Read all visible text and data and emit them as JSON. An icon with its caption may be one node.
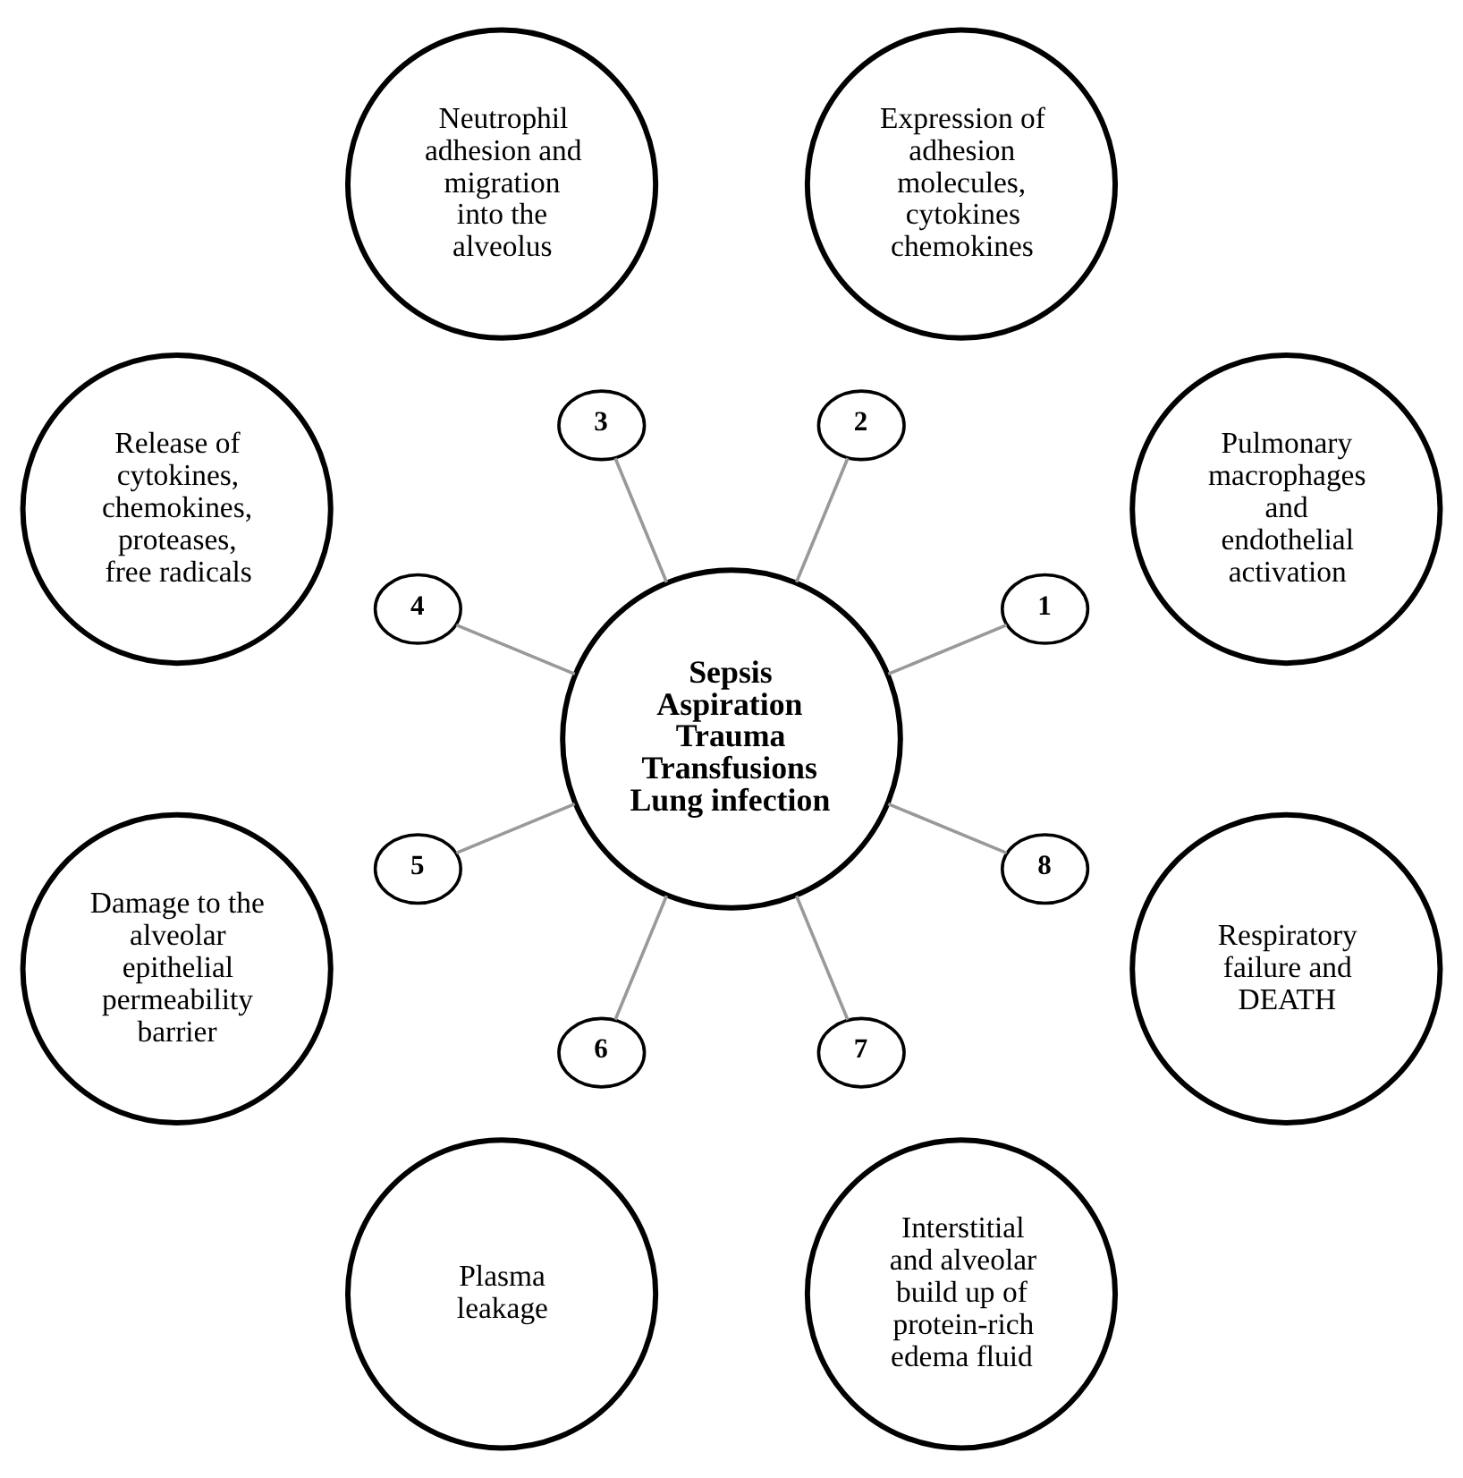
{
  "diagram": {
    "nodes": [
      {
        "text": [
          "Sepsis",
          "Aspiration",
          "Trauma",
          "Transfusions",
          "Lung infection"
        ]
      },
      {
        "text": [
          "Pulmonary macrophages and endothelial activation"
        ]
      },
      {
        "text": [
          "1"
        ]
      },
      {
        "text": [
          "Expression of adhesion molecules, cytokines chemokines"
        ]
      },
      {
        "text": [
          "2"
        ]
      },
      {
        "text": [
          "Neutrophil adhesion and migration into the alveolus"
        ]
      },
      {
        "text": [
          "3"
        ]
      },
      {
        "text": [
          "Release of cytokines, chemokines, proteases, free radicals"
        ]
      },
      {
        "text": [
          "4"
        ]
      },
      {
        "text": [
          "Damage to the alveolar epithelial permeability barrier"
        ]
      },
      {
        "text": [
          "5"
        ]
      },
      {
        "text": [
          "Plasma leakage"
        ]
      },
      {
        "text": [
          "6"
        ]
      },
      {
        "text": [
          "Interstitial and alveolar build up of protein-rich edema fluid"
        ]
      },
      {
        "text": [
          "7"
        ]
      },
      {
        "text": [
          "Respiratory failure and DEATH"
        ]
      },
      {
        "text": [
          "8"
        ]
      }
    ],
    "edges": [
      {
        "from": 0,
        "to": 2,
        "arrow": "none"
      },
      {
        "from": 0,
        "to": 4,
        "arrow": "none"
      },
      {
        "from": 0,
        "to": 6,
        "arrow": "none"
      },
      {
        "from": 0,
        "to": 8,
        "arrow": "none"
      },
      {
        "from": 0,
        "to": 10,
        "arrow": "none"
      },
      {
        "from": 0,
        "to": 12,
        "arrow": "none"
      },
      {
        "from": 0,
        "to": 14,
        "arrow": "none"
      },
      {
        "from": 0,
        "to": 16,
        "arrow": "none"
      }
    ]
  }
}
